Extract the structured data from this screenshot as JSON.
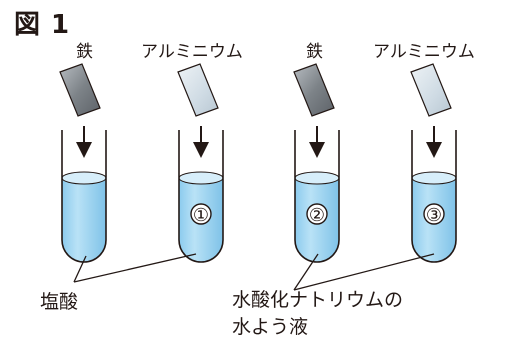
{
  "figure": {
    "title": "図 1"
  },
  "tubes": [
    {
      "metal_label": "鉄",
      "number": "",
      "metal": "iron",
      "solution": "hydrochloric-acid"
    },
    {
      "metal_label": "アルミニウム",
      "number": "①",
      "metal": "aluminum",
      "solution": "hydrochloric-acid"
    },
    {
      "metal_label": "鉄",
      "number": "②",
      "metal": "iron",
      "solution": "sodium-hydroxide"
    },
    {
      "metal_label": "アルミニウム",
      "number": "③",
      "metal": "aluminum",
      "solution": "sodium-hydroxide"
    }
  ],
  "labels": {
    "hydrochloric_acid": "塩酸",
    "sodium_hydroxide_line1": "水酸化ナトリウムの",
    "sodium_hydroxide_line2": "水よう液"
  },
  "colors": {
    "liquid": "#a9d8f1",
    "liquid_shadow": "#6fb7e0",
    "iron": "#8a8f95",
    "aluminum": "#d8e2ea",
    "outline": "#231815"
  }
}
